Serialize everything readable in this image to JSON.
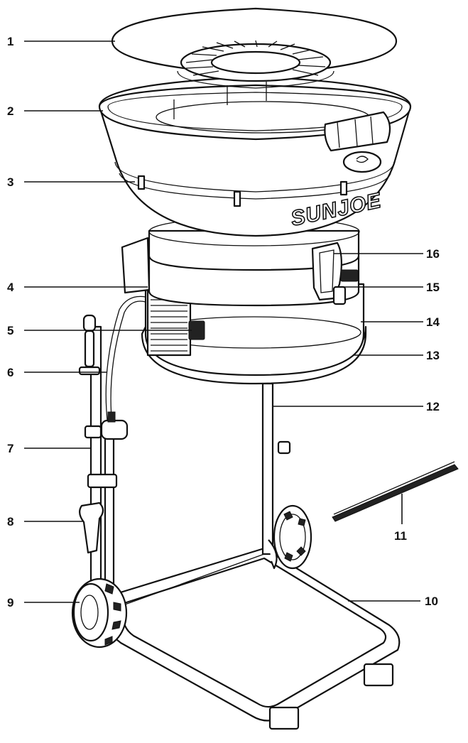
{
  "diagram": {
    "brand_text": "SUNJOE",
    "callouts": [
      {
        "id": "c1",
        "label": "1"
      },
      {
        "id": "c2",
        "label": "2"
      },
      {
        "id": "c3",
        "label": "3"
      },
      {
        "id": "c4",
        "label": "4"
      },
      {
        "id": "c5",
        "label": "5"
      },
      {
        "id": "c6",
        "label": "6"
      },
      {
        "id": "c7",
        "label": "7"
      },
      {
        "id": "c8",
        "label": "8"
      },
      {
        "id": "c9",
        "label": "9"
      },
      {
        "id": "c10",
        "label": "10"
      },
      {
        "id": "c11",
        "label": "11"
      },
      {
        "id": "c12",
        "label": "12"
      },
      {
        "id": "c13",
        "label": "13"
      },
      {
        "id": "c14",
        "label": "14"
      },
      {
        "id": "c15",
        "label": "15"
      },
      {
        "id": "c16",
        "label": "16"
      }
    ]
  }
}
